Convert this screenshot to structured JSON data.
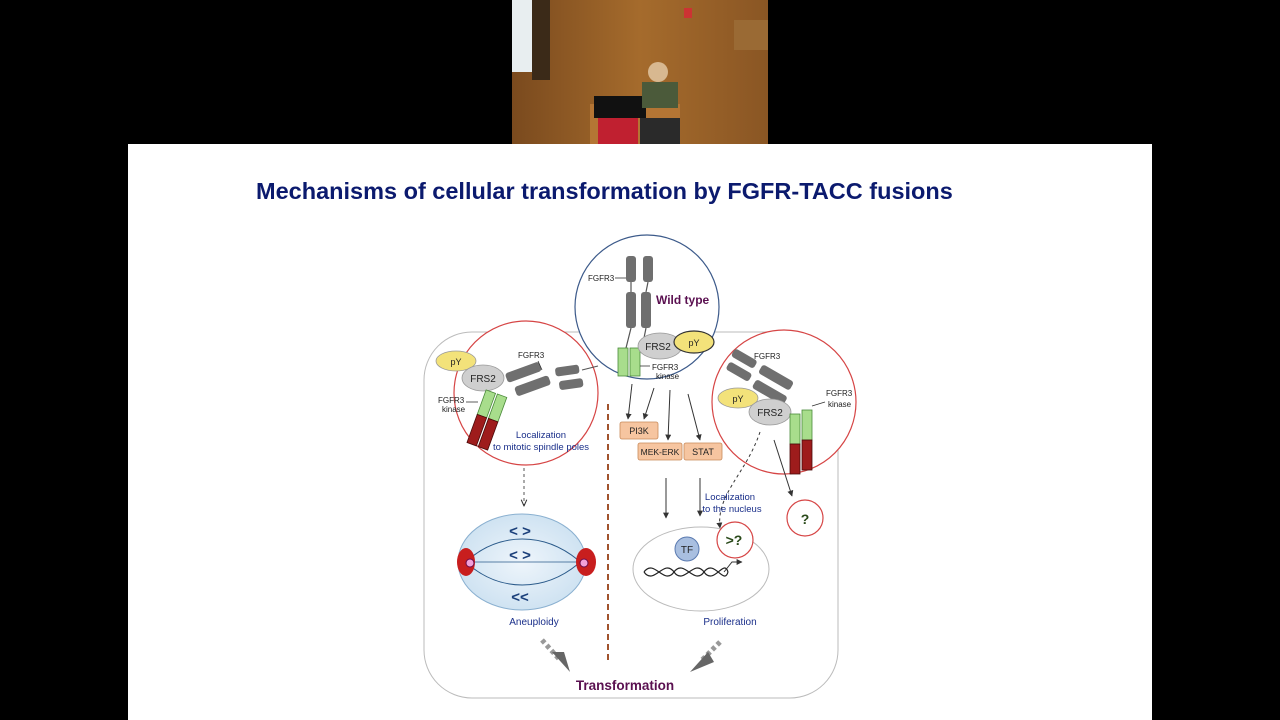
{
  "slide": {
    "title": "Mechanisms of cellular transformation by FGFR-TACC fusions"
  },
  "diagram": {
    "wild_type": {
      "heading": "Wild type",
      "fgfr3": "FGFR3",
      "frs2": "FRS2",
      "py": "pY",
      "kinase_line1": "FGFR3",
      "kinase_line2": "kinase"
    },
    "left_fusion": {
      "py": "pY",
      "frs2": "FRS2",
      "fgfr3": "FGFR3",
      "kinase_line1": "FGFR3",
      "kinase_line2": "kinase",
      "localization_line1": "Localization",
      "localization_line2": "to mitotic spindle poles"
    },
    "right_fusion": {
      "fgfr3": "FGFR3",
      "py": "pY",
      "frs2": "FRS2",
      "kinase_line1": "FGFR3",
      "kinase_line2": "kinase"
    },
    "pathways": {
      "pi3k": "PI3K",
      "mek_erk": "MEK-ERK",
      "stat": "STAT"
    },
    "nucleus": {
      "localization_line1": "Localization",
      "localization_line2": "to the nucleus",
      "tf": "TF",
      "unknown_tf": ">?",
      "unknown_right": "?"
    },
    "outcomes": {
      "aneuploidy": "Aneuploidy",
      "proliferation": "Proliferation",
      "transformation": "Transformation"
    },
    "colors": {
      "title": "#0b1a6e",
      "circle_red": "#d64545",
      "circle_blue": "#3c5a8a",
      "receptor_gray": "#6f6f6f",
      "kinase_green": "#a8dd8c",
      "tacc_red": "#9e1c1c",
      "py_yellow": "#f3e27a",
      "frs2_gray": "#cfcfcf",
      "pathway_orange": "#f6c5a0",
      "dashed_brown": "#a0522d",
      "label_blue": "#1a2f8a",
      "outcome_purple": "#5a1050"
    }
  }
}
